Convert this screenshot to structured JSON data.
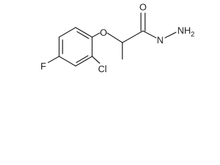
{
  "molecule": {
    "atoms": {
      "oxygen_ether": "O",
      "oxygen_carbonyl": "O",
      "nitrogen_amide": "N",
      "hydrazine_terminal": "NH",
      "hydrazine_subscript": "2",
      "fluorine": "F",
      "chlorine": "Cl"
    }
  }
}
